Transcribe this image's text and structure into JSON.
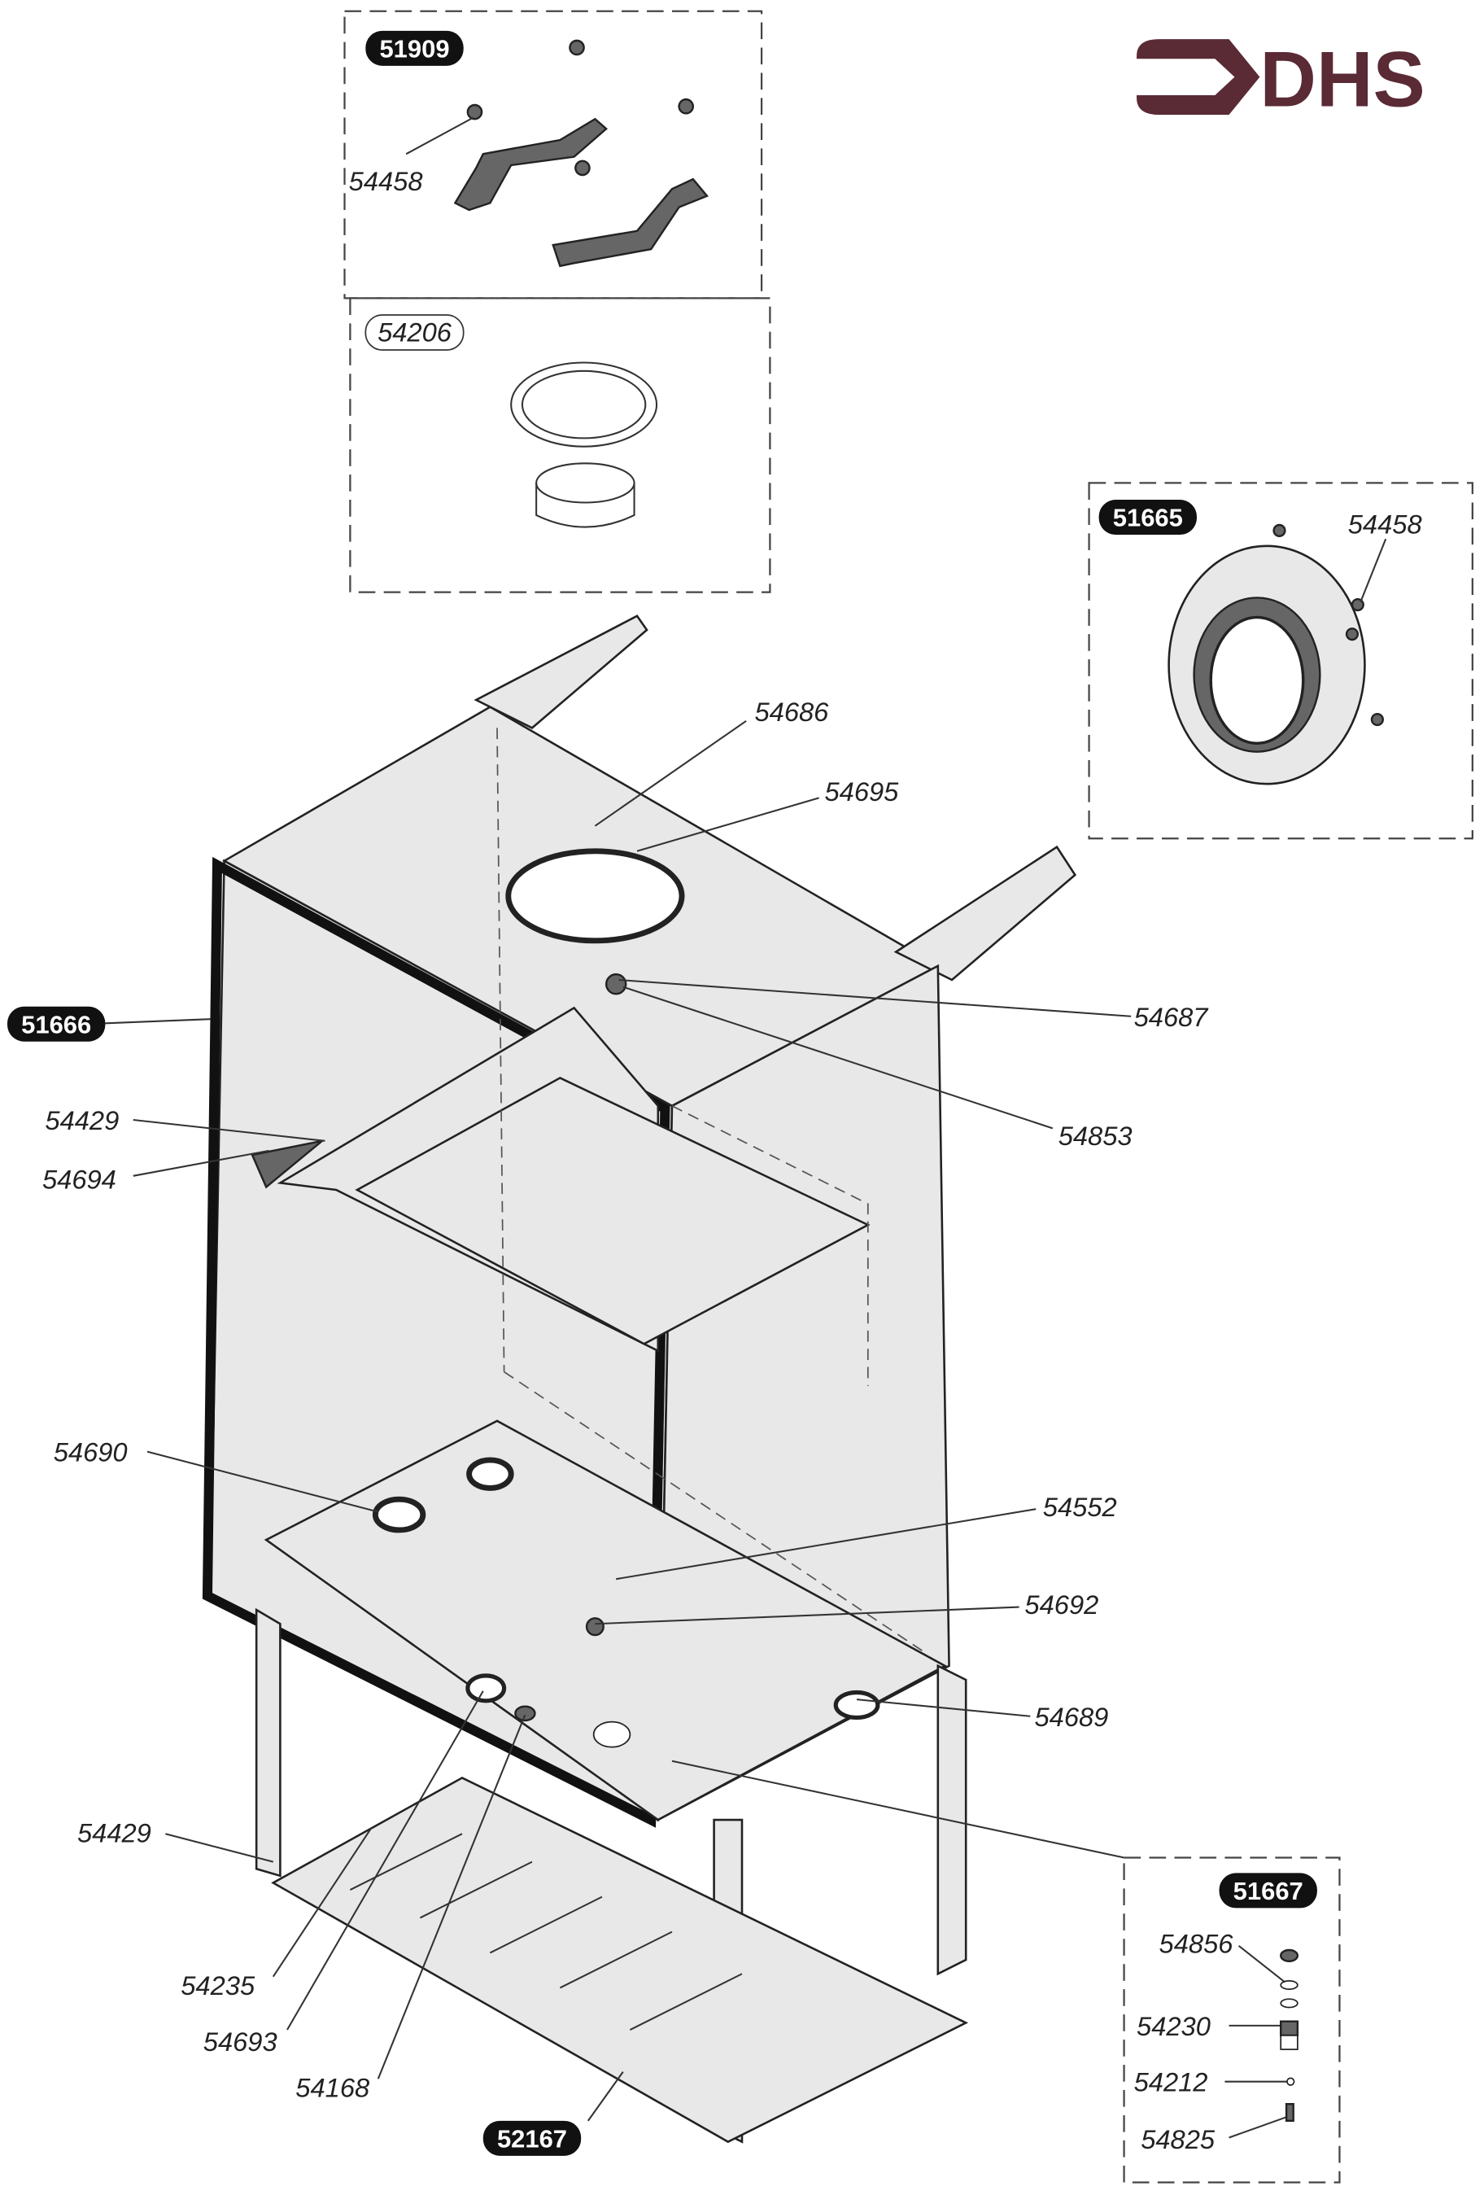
{
  "logo": {
    "text": "DHS",
    "color": "#5a2a35"
  },
  "kits": {
    "k51909": "51909",
    "k54206": "54206",
    "k51665": "51665",
    "k51666": "51666",
    "k51667": "51667",
    "k52167": "52167"
  },
  "parts": {
    "p54458a": "54458",
    "p54458b": "54458",
    "p54686": "54686",
    "p54695": "54695",
    "p54687": "54687",
    "p54853": "54853",
    "p54429a": "54429",
    "p54694": "54694",
    "p54690": "54690",
    "p54552": "54552",
    "p54692": "54692",
    "p54689": "54689",
    "p54429b": "54429",
    "p54235": "54235",
    "p54693": "54693",
    "p54168": "54168",
    "p54856": "54856",
    "p54230": "54230",
    "p54212": "54212",
    "p54825": "54825"
  }
}
